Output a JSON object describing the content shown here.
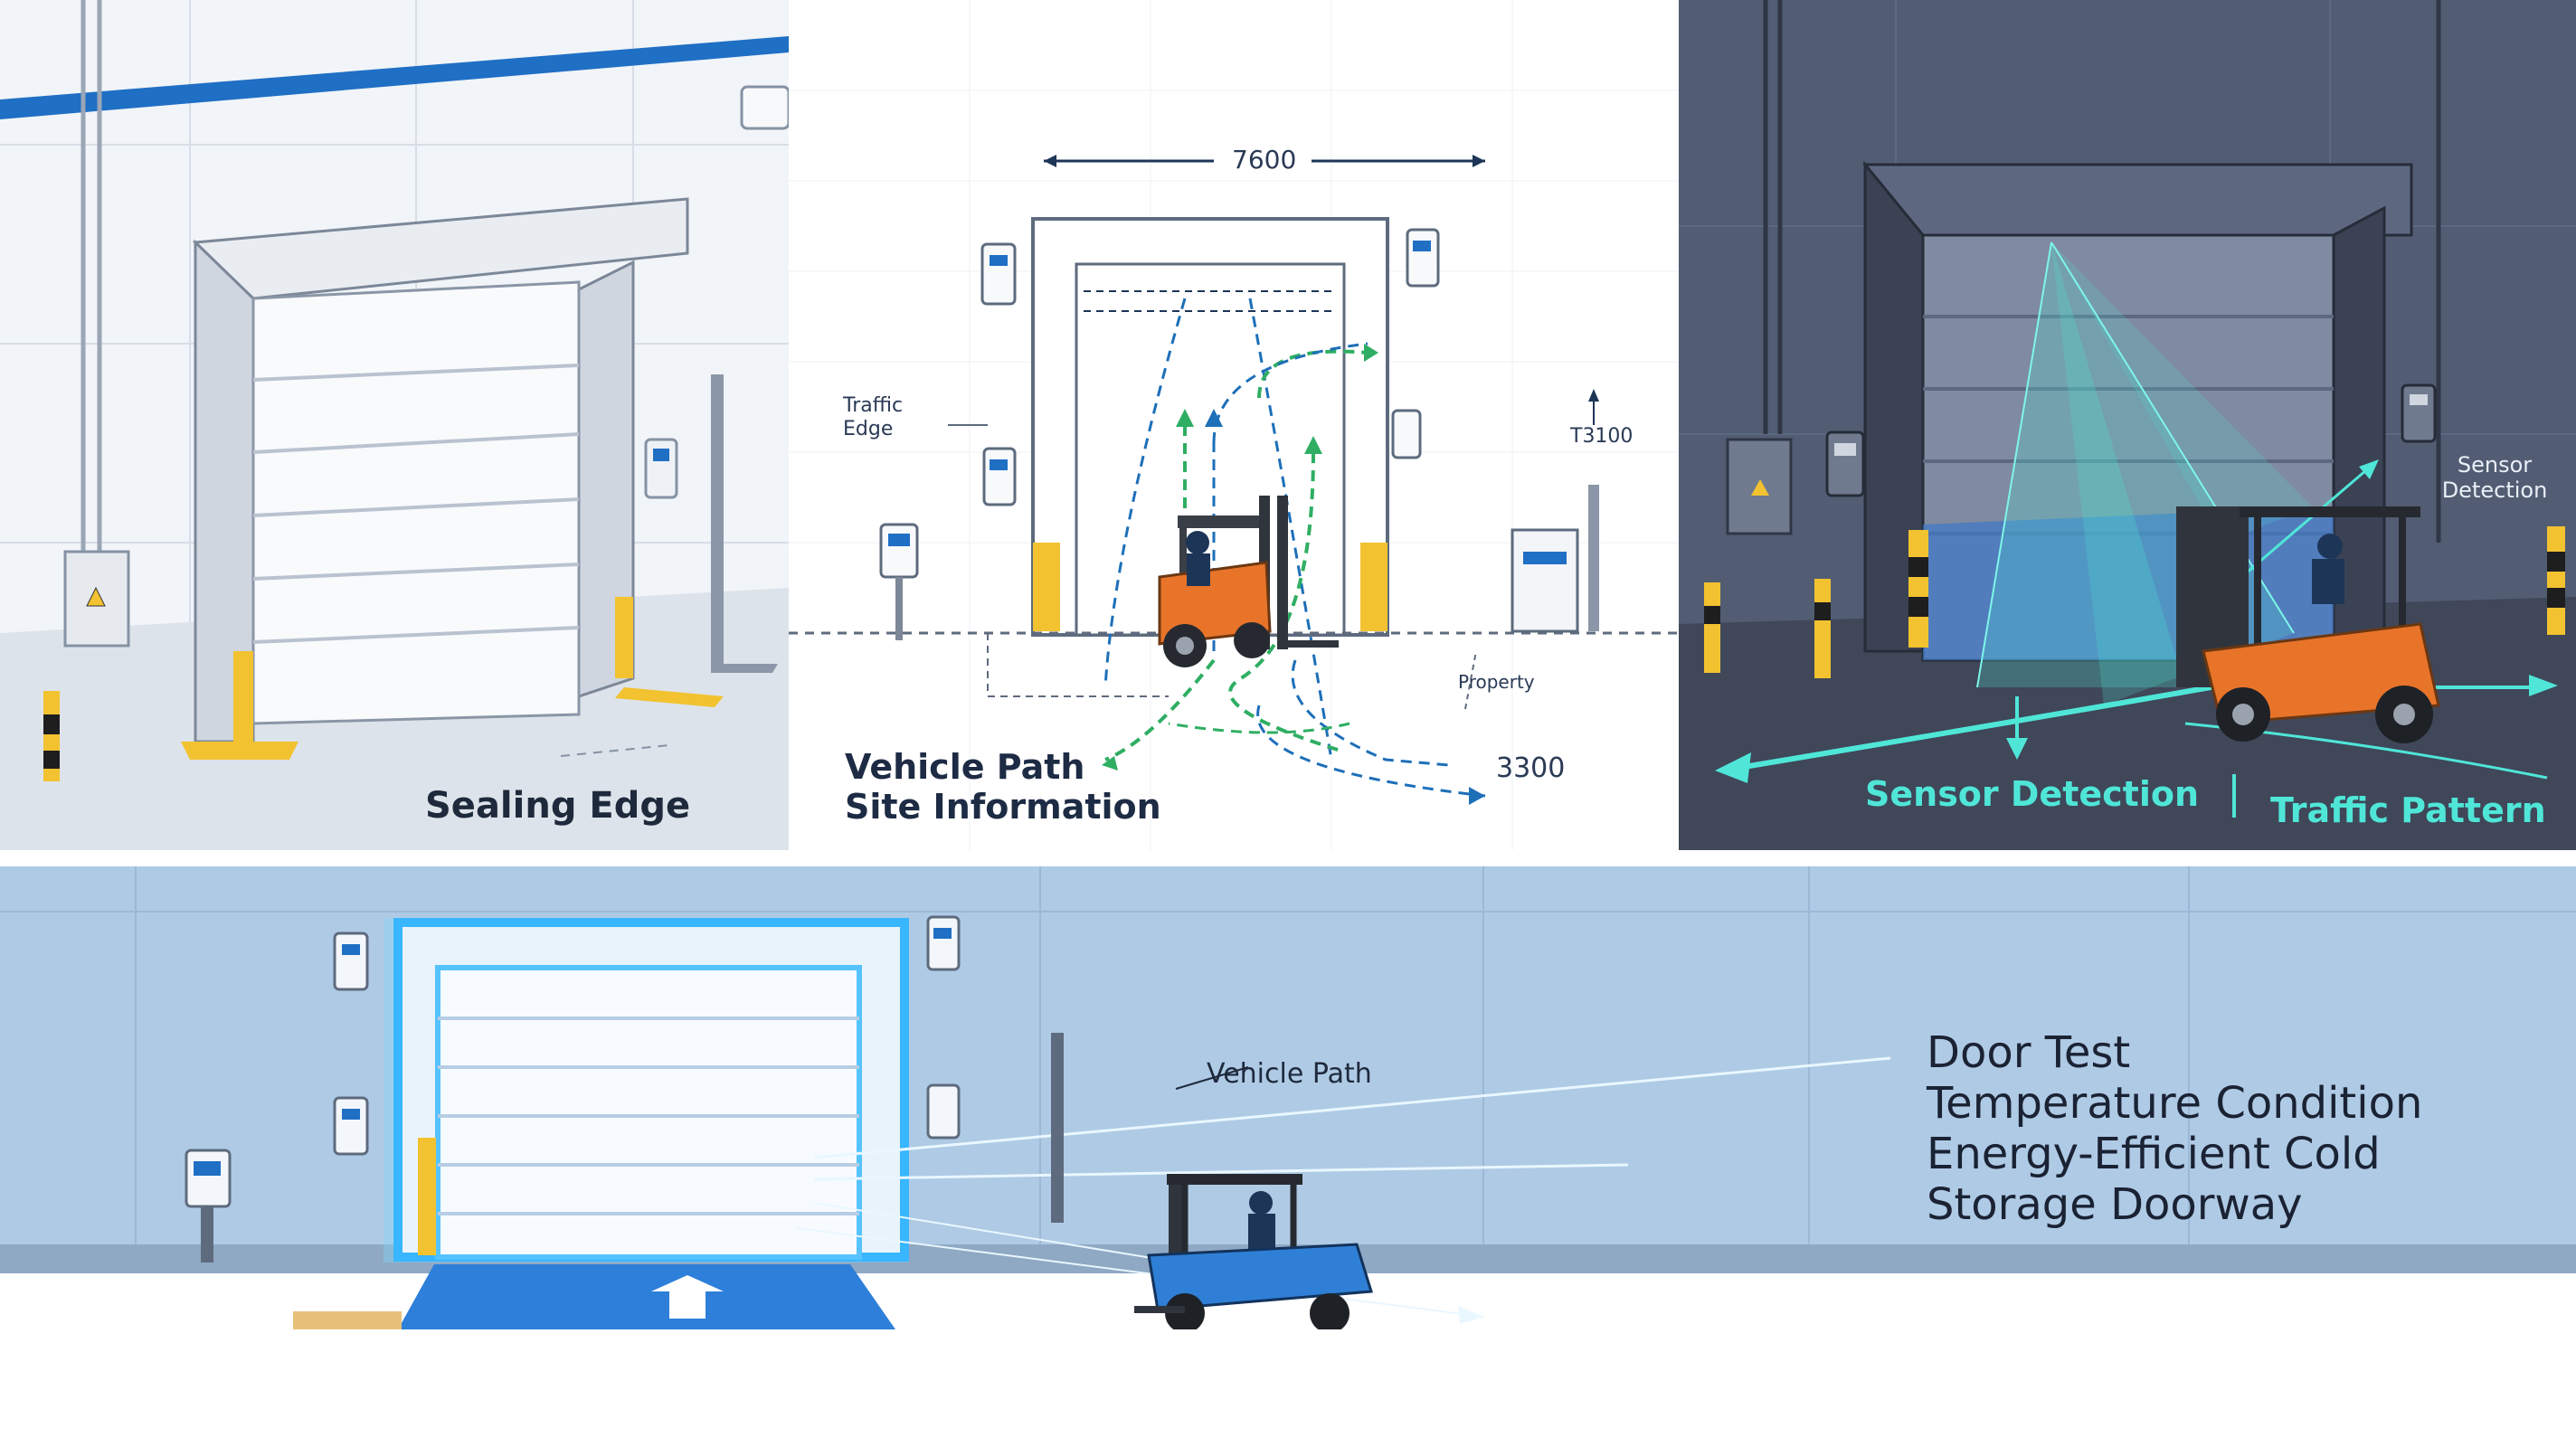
{
  "panels": {
    "sealing": {
      "caption": "Sealing Edge"
    },
    "site": {
      "caption_line1": "Vehicle Path",
      "caption_line2": "Site Information",
      "dimension_width": "7600",
      "dimension_run": "3300",
      "dimension_height": "T3100",
      "traffic_edge": "Traffic Edge",
      "property_label": "Property"
    },
    "sensor": {
      "caption_left": "Sensor Detection",
      "caption_right": "Traffic Pattern",
      "side_label": "Sensor Detection"
    },
    "doortest": {
      "vehicle_path": "Vehicle Path",
      "title_line1": "Door Test",
      "title_line2": "Temperature Condition",
      "title_line3": "Energy-Efficient Cold",
      "title_line4": "Storage Doorway"
    }
  },
  "colors": {
    "forklift_orange": "#e8742a",
    "forklift_blue": "#2f7fd6",
    "safety_yellow": "#f2c230",
    "sensor_cyan": "#4fe6d8",
    "path_green": "#3cc16a",
    "path_blue": "#2a6fb8"
  }
}
